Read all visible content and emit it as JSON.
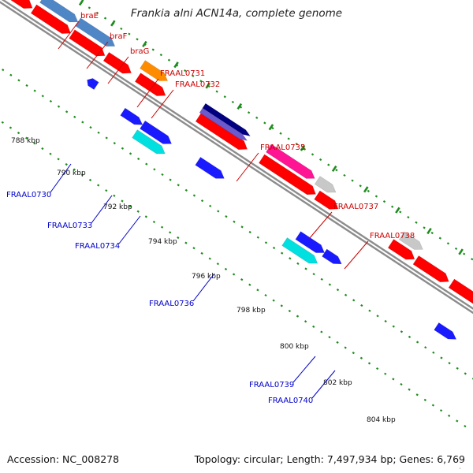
{
  "map": {
    "title": "Frankia alni ACN14a, complete genome",
    "accession": "Accession: NC_008278",
    "summary": "Topology: circular; Length: 7,497,934 bp; Genes: 6,769",
    "corner_mark": "•",
    "colors": {
      "backbone": "#8c8c8c",
      "tick": "#1e8c1e",
      "label_forward": "#cc0000",
      "label_reverse": "#0000cc",
      "forward_cds": "#ff0000",
      "reverse_cds": "#1a1aff",
      "bra_genes": "#4f86c6",
      "frame_orange": "#ff8c00",
      "frame_navy": "#000080",
      "frame_violet": "#6a5acd",
      "frame_magenta": "#ff1493",
      "frame_grey": "#c8c8c8",
      "frame_cyan": "#00e0e0"
    },
    "position_labels": [
      {
        "text": "788 kbp"
      },
      {
        "text": "790 kbp"
      },
      {
        "text": "792 kbp"
      },
      {
        "text": "794 kbp"
      },
      {
        "text": "796 kbp"
      },
      {
        "text": "798 kbp"
      },
      {
        "text": "800 kbp"
      },
      {
        "text": "802 kbp"
      },
      {
        "text": "804 kbp"
      }
    ],
    "gene_labels": [
      {
        "text": "braE",
        "strand": "forward"
      },
      {
        "text": "braF",
        "strand": "forward"
      },
      {
        "text": "braG",
        "strand": "forward"
      },
      {
        "text": "FRAAL0731",
        "strand": "forward"
      },
      {
        "text": "FRAAL0732",
        "strand": "forward"
      },
      {
        "text": "FRAAL0735",
        "strand": "forward"
      },
      {
        "text": "FRAAL0737",
        "strand": "forward"
      },
      {
        "text": "FRAAL0738",
        "strand": "forward"
      },
      {
        "text": "FRAAL0730",
        "strand": "reverse"
      },
      {
        "text": "FRAAL0733",
        "strand": "reverse"
      },
      {
        "text": "FRAAL0734",
        "strand": "reverse"
      },
      {
        "text": "FRAAL0736",
        "strand": "reverse"
      },
      {
        "text": "FRAAL0739",
        "strand": "reverse"
      },
      {
        "text": "FRAAL0740",
        "strand": "reverse"
      }
    ]
  }
}
